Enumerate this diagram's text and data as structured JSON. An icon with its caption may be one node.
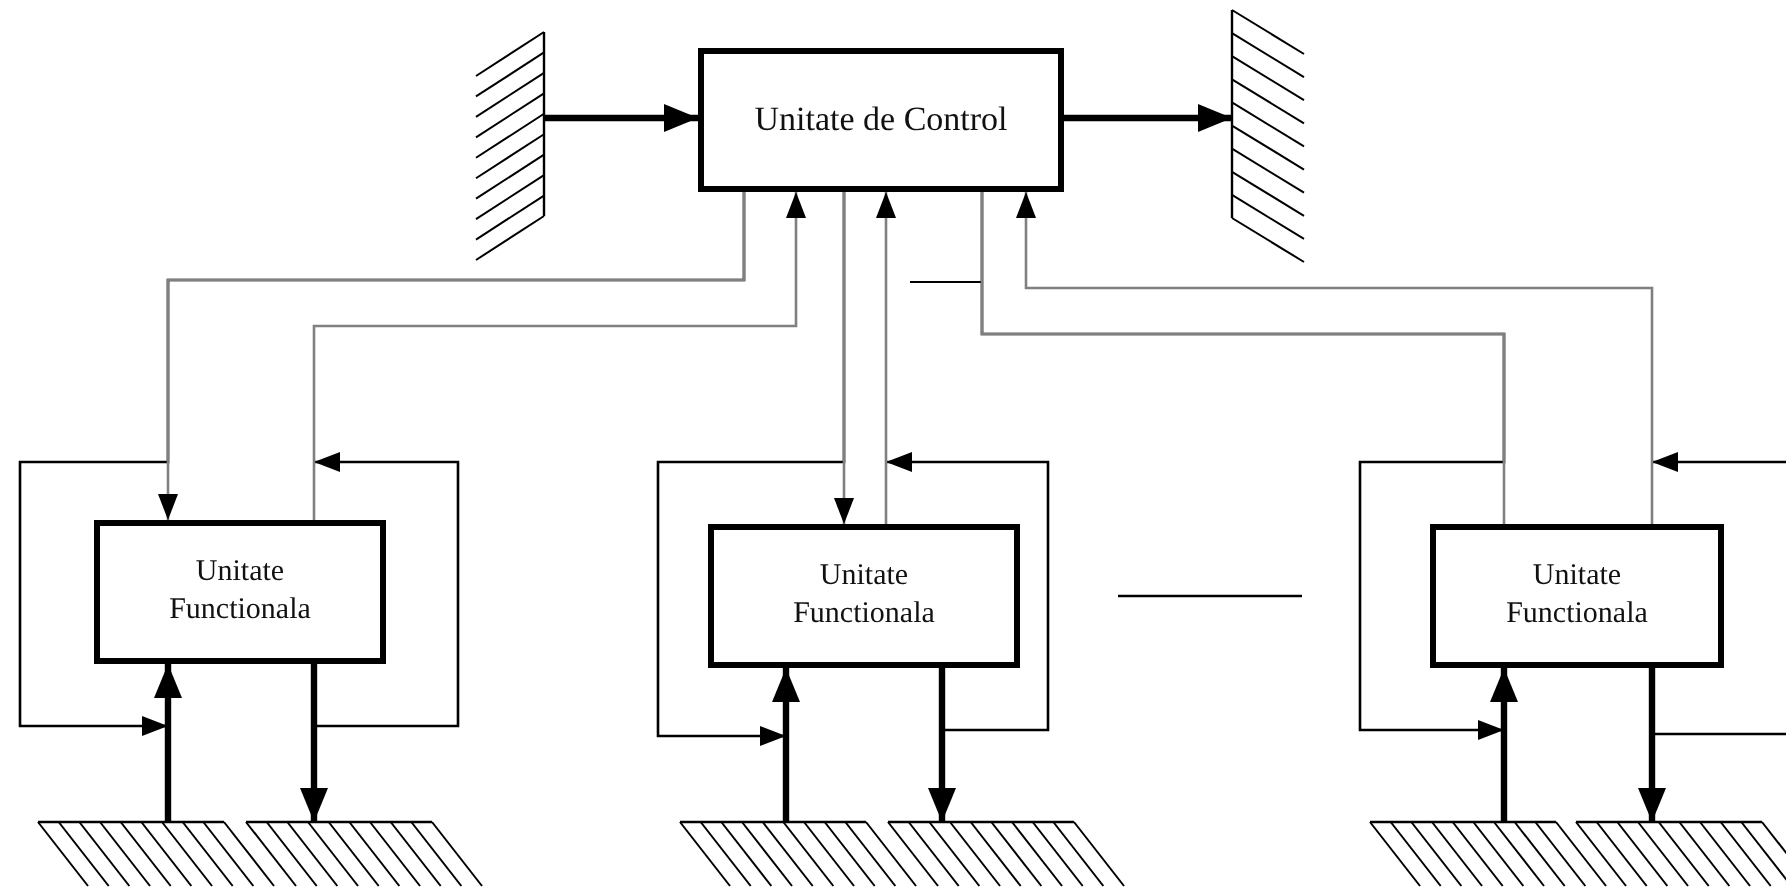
{
  "diagram": {
    "nodes": [
      {
        "text": [
          "Unitate de Control"
        ]
      },
      {
        "text": [
          "Unitate Functionala"
        ]
      },
      {
        "text": [
          "Unitate Functionala"
        ]
      },
      {
        "text": [
          "Unitate Functionala"
        ]
      },
      {
        "text": [],
        "shape": "wall"
      },
      {
        "text": [],
        "shape": "wall"
      },
      {
        "text": [],
        "shape": "ground"
      },
      {
        "text": [],
        "shape": "ground"
      },
      {
        "text": [],
        "shape": "ground"
      },
      {
        "text": [],
        "shape": "ground"
      },
      {
        "text": [],
        "shape": "ground"
      },
      {
        "text": [],
        "shape": "ground"
      }
    ],
    "edges": [
      {
        "from": 4,
        "to": 0,
        "arrow": "to",
        "style": "thick"
      },
      {
        "from": 0,
        "to": 5,
        "arrow": "to",
        "style": "thick"
      },
      {
        "from": 0,
        "to": 1,
        "arrow": "to",
        "color": "#808080"
      },
      {
        "from": 1,
        "to": 0,
        "arrow": "to",
        "color": "#808080"
      },
      {
        "from": 6,
        "to": 1,
        "arrow": "to",
        "style": "thick"
      },
      {
        "from": 1,
        "to": 7,
        "arrow": "to",
        "style": "thick"
      },
      {
        "from": 0,
        "to": null,
        "arrow": "to"
      },
      {
        "from": 1,
        "to": null,
        "arrow": "to"
      },
      {
        "from": 0,
        "to": 2,
        "arrow": "to",
        "color": "#808080"
      },
      {
        "from": 2,
        "to": 0,
        "arrow": "to",
        "color": "#808080"
      },
      {
        "from": 8,
        "to": 2,
        "arrow": "to",
        "style": "thick"
      },
      {
        "from": 2,
        "to": 9,
        "arrow": "to",
        "style": "thick"
      },
      {
        "from": 0,
        "to": null,
        "arrow": "to"
      },
      {
        "from": 2,
        "to": null,
        "arrow": "to"
      },
      {
        "from": 0,
        "to": 3,
        "arrow": "none",
        "color": "#808080"
      },
      {
        "from": 3,
        "to": 0,
        "arrow": "to",
        "color": "#808080"
      },
      {
        "from": 10,
        "to": 3,
        "arrow": "to",
        "style": "thick"
      },
      {
        "from": 3,
        "to": 11,
        "arrow": "to",
        "style": "thick"
      },
      {
        "from": 0,
        "to": null,
        "arrow": "to"
      },
      {
        "from": 3,
        "to": null,
        "arrow": "to"
      }
    ]
  }
}
